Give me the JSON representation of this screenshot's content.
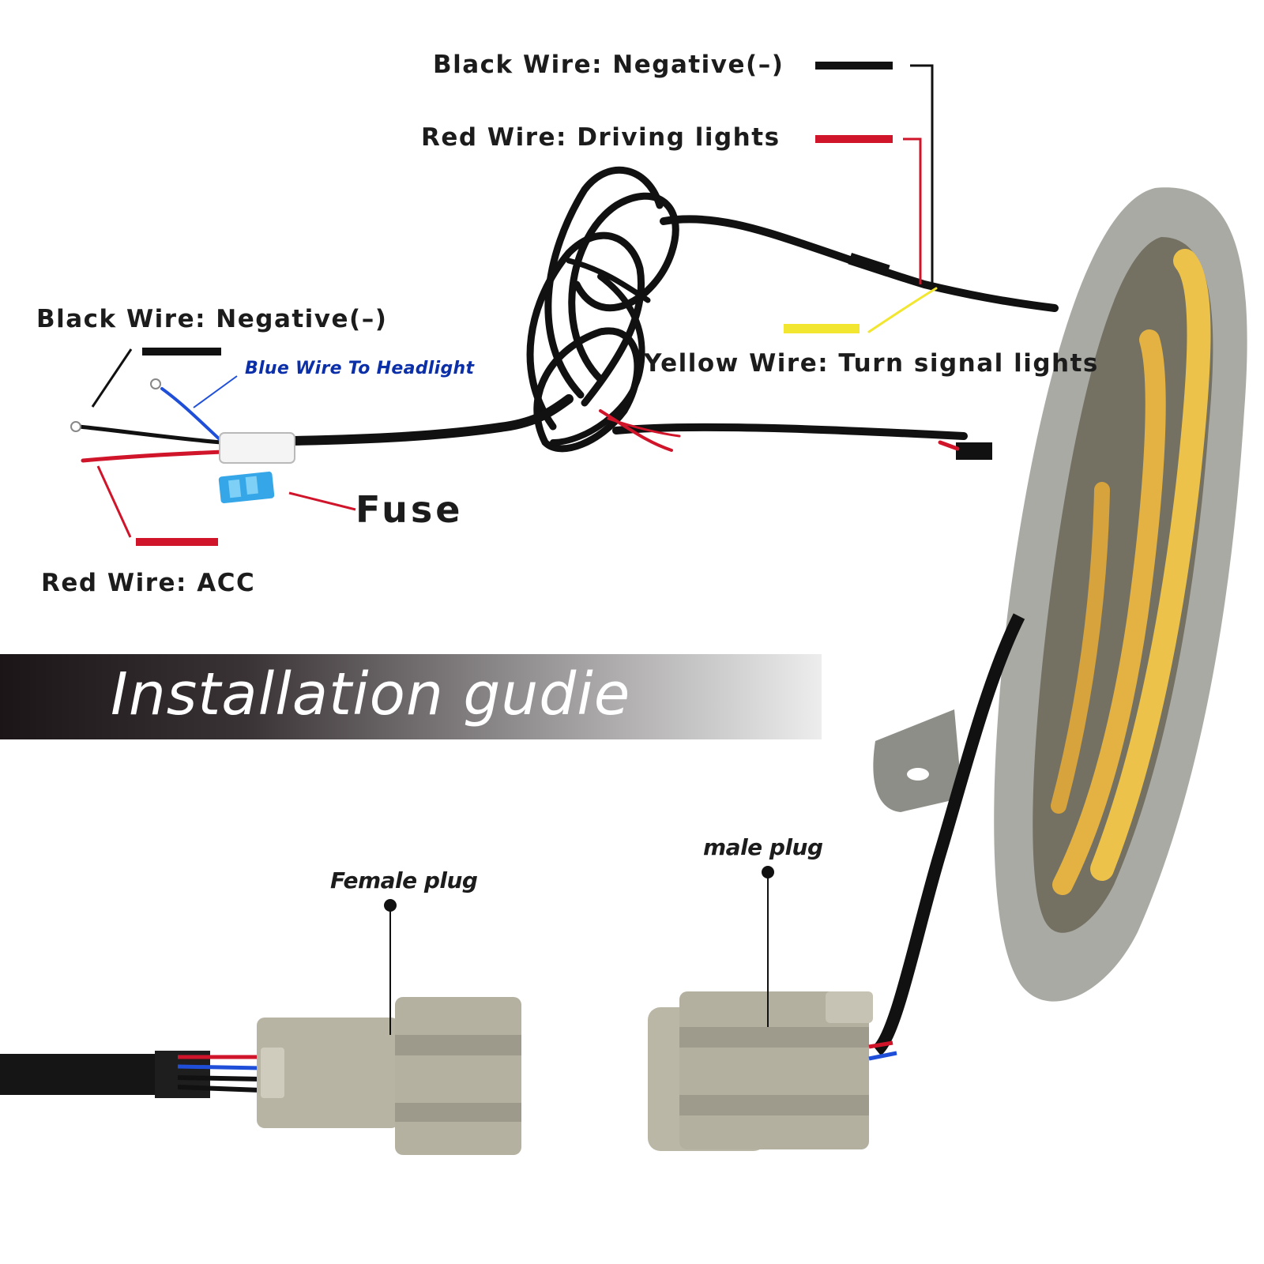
{
  "labels": {
    "black_wire_top": "Black Wire: Negative(–)",
    "red_wire_driving": "Red Wire: Driving lights",
    "yellow_wire": "Yellow Wire: Turn signal lights",
    "black_wire_left": "Black Wire: Negative(–)",
    "blue_wire": "Blue Wire To Headlight",
    "fuse": "Fuse",
    "red_wire_acc": "Red Wire: ACC"
  },
  "banner": {
    "title": "Installation gudie"
  },
  "plugs": {
    "female": "Female plug",
    "male": "male plug"
  },
  "colors": {
    "black_wire": "#111111",
    "red_wire": "#d0142a",
    "blue_wire": "#1f4fd8",
    "yellow_wire": "#f2e630",
    "fuse": "#35a7e8",
    "connector": "#b7b4a4",
    "lamp_glow": "#f3c64a"
  },
  "icons": [
    "fuse-icon",
    "wire-harness-icon",
    "led-lamp-icon",
    "female-connector-icon",
    "male-connector-icon"
  ]
}
